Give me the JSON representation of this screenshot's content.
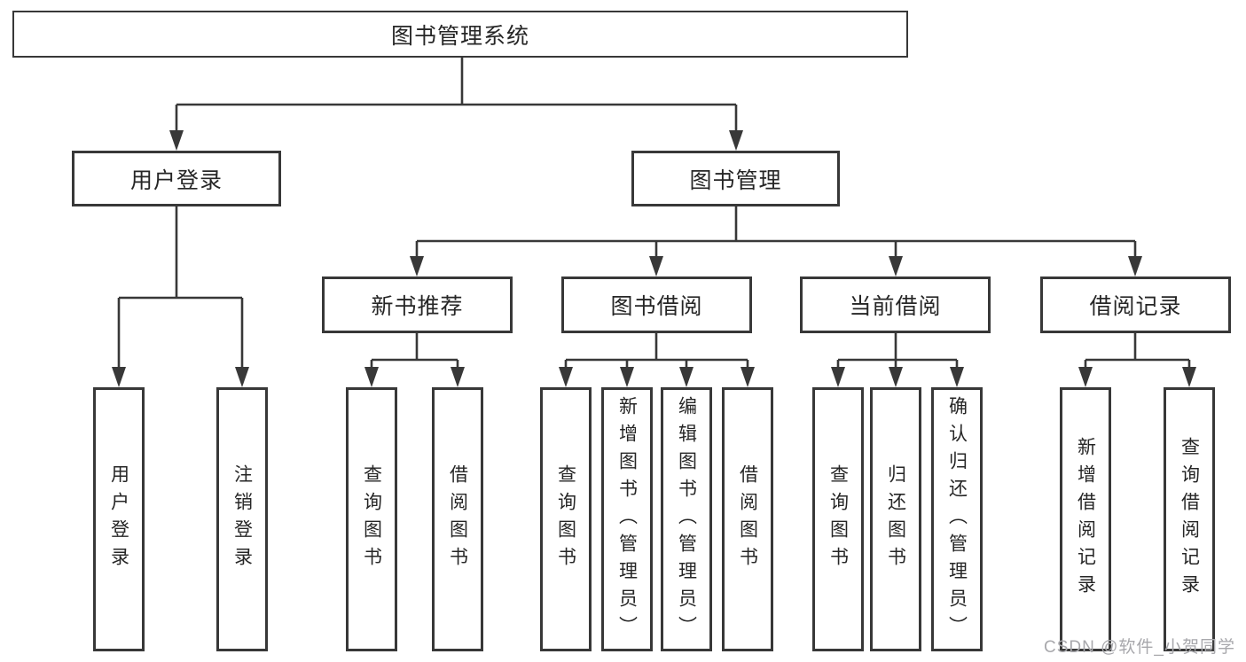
{
  "tree": {
    "root": "图书管理系统",
    "branches": [
      {
        "label": "用户登录",
        "leaves": [
          "用户登录",
          "注销登录"
        ]
      },
      {
        "label": "图书管理",
        "sections": [
          {
            "label": "新书推荐",
            "leaves": [
              "查询图书",
              "借阅图书"
            ]
          },
          {
            "label": "图书借阅",
            "leaves": [
              "查询图书",
              "新增图书（管理员）",
              "编辑图书（管理员）",
              "借阅图书"
            ]
          },
          {
            "label": "当前借阅",
            "leaves": [
              "查询图书",
              "归还图书",
              "确认归还（管理员）"
            ]
          },
          {
            "label": "借阅记录",
            "leaves": [
              "新增借阅记录",
              "查询借阅记录"
            ]
          }
        ]
      }
    ]
  },
  "watermark": {
    "text": "CSDN @软件_小贺同学"
  },
  "colors": {
    "line": "#383838",
    "text": "#262626",
    "background": "#ffffff",
    "watermark": "#a8a8ac"
  }
}
